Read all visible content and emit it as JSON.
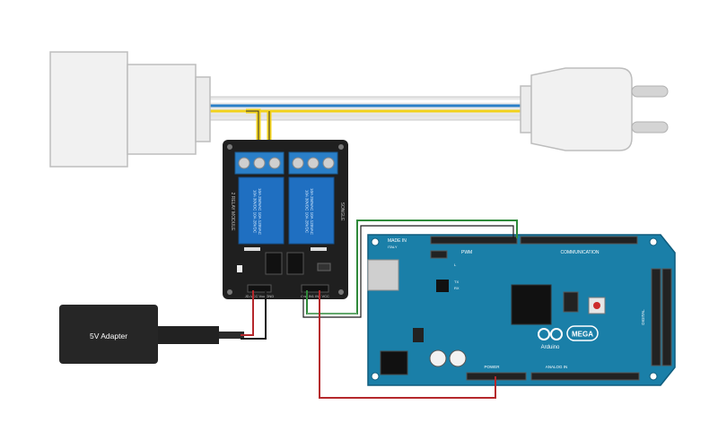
{
  "adapter": {
    "label": "5V Adapter"
  },
  "relay": {
    "title": "2 RELAY MODULE",
    "brand": "SONGLE",
    "ch1_spec": "10A 250VAC  10A 125VAC\n10A 30VDC   10A 28VDC",
    "ch2_spec": "10A 250VAC  10A 125VAC\n10A 30VDC   10A 28VDC",
    "left_header": "JD-VCC  Vcc  GND",
    "right_header": "Gnd  IN1  IN2  VCC"
  },
  "arduino": {
    "made_in": "MADE IN",
    "country": "ITALY",
    "pwm": "PWM",
    "communication": "COMMUNICATION",
    "power": "POWER",
    "analog_in": "ANALOG IN",
    "logo_text": "Arduino",
    "model": "MEGA",
    "digital": "DIGITAL",
    "tx": "TX",
    "rx": "RX",
    "l": "L"
  },
  "colors": {
    "wire_red": "#b5282c",
    "wire_black": "#1a1a1a",
    "wire_green": "#2f8a3a",
    "wire_yellow": "#f2d21b",
    "wire_blue": "#2a7fc8",
    "board_blue": "#1a7fa8",
    "relay_blue": "#1f6fc1"
  }
}
